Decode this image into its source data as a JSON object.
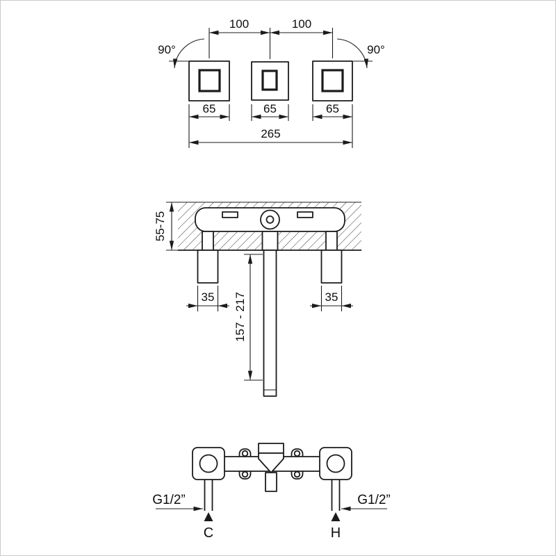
{
  "drawing": {
    "top_view": {
      "center_spacing_left": "100",
      "center_spacing_right": "100",
      "rotation_left": "90°",
      "rotation_right": "90°",
      "handle_width_left": "65",
      "spout_width": "65",
      "handle_width_right": "65",
      "overall_width": "265"
    },
    "section_view": {
      "mounting_depth": "55-75",
      "handle_trim_left": "35",
      "handle_trim_right": "35",
      "spout_drop": "157 - 217"
    },
    "connection_view": {
      "thread_left": "G1/2”",
      "thread_right": "G1/2”",
      "cold_label": "C",
      "hot_label": "H"
    }
  }
}
